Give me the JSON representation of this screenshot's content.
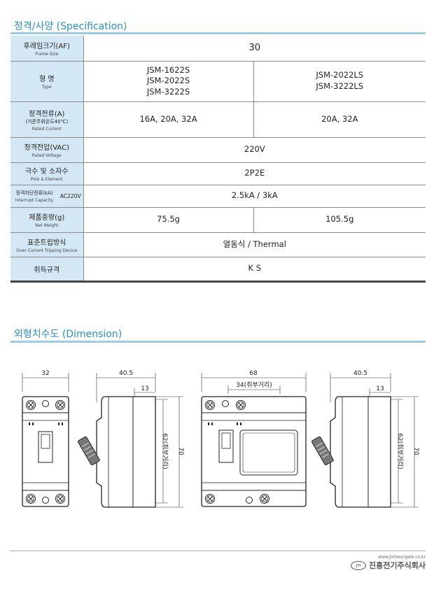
{
  "spec_title": "정격/사양 (Specification)",
  "dim_title": "외형치수도 (Dimension)",
  "rows": {
    "frame": {
      "ko": "후레임크기(AF)",
      "en": "Frame Size",
      "value": "30"
    },
    "type": {
      "ko": "형 명",
      "en": "Type",
      "left": [
        "JSM-1622S",
        "JSM-2022S",
        "JSM-3222S"
      ],
      "right": [
        "JSM-2022LS",
        "JSM-3222LS"
      ]
    },
    "current": {
      "ko": "정격전류(A)",
      "mid": "(기준주위온도40℃)",
      "en": "Rated Current",
      "left": "16A, 20A, 32A",
      "right": "20A, 32A"
    },
    "voltage": {
      "ko": "정격전압(VAC)",
      "en": "Rated Voltage",
      "value": "220V"
    },
    "poles": {
      "ko": "극수 및 소자수",
      "en": "Pole & Element",
      "value": "2P2E"
    },
    "interrupt": {
      "ko": "정격차단전류(kA)",
      "en": "Interrupt Capacity",
      "sub": "AC220V",
      "value": "2.5kA / 3kA"
    },
    "weight": {
      "ko": "제품중량(g)",
      "en": "Net Weight",
      "left": "75.5g",
      "right": "105.5g"
    },
    "trip": {
      "ko": "표준트립방식",
      "en": "Over Current Tripping Device",
      "value": "열동식 / Thermal"
    },
    "cert": {
      "ko": "취득규격",
      "value": "K S"
    }
  },
  "dims": {
    "d32": "32",
    "d40_5": "40.5",
    "d13": "13",
    "d62": "62(취부거리)",
    "d70": "70",
    "d68": "68",
    "d34": "34(취부거리)"
  },
  "footer": {
    "url": "www.jinheungele.co.kr",
    "logo_mark": "JH",
    "company": "진흥전기주식회사"
  }
}
